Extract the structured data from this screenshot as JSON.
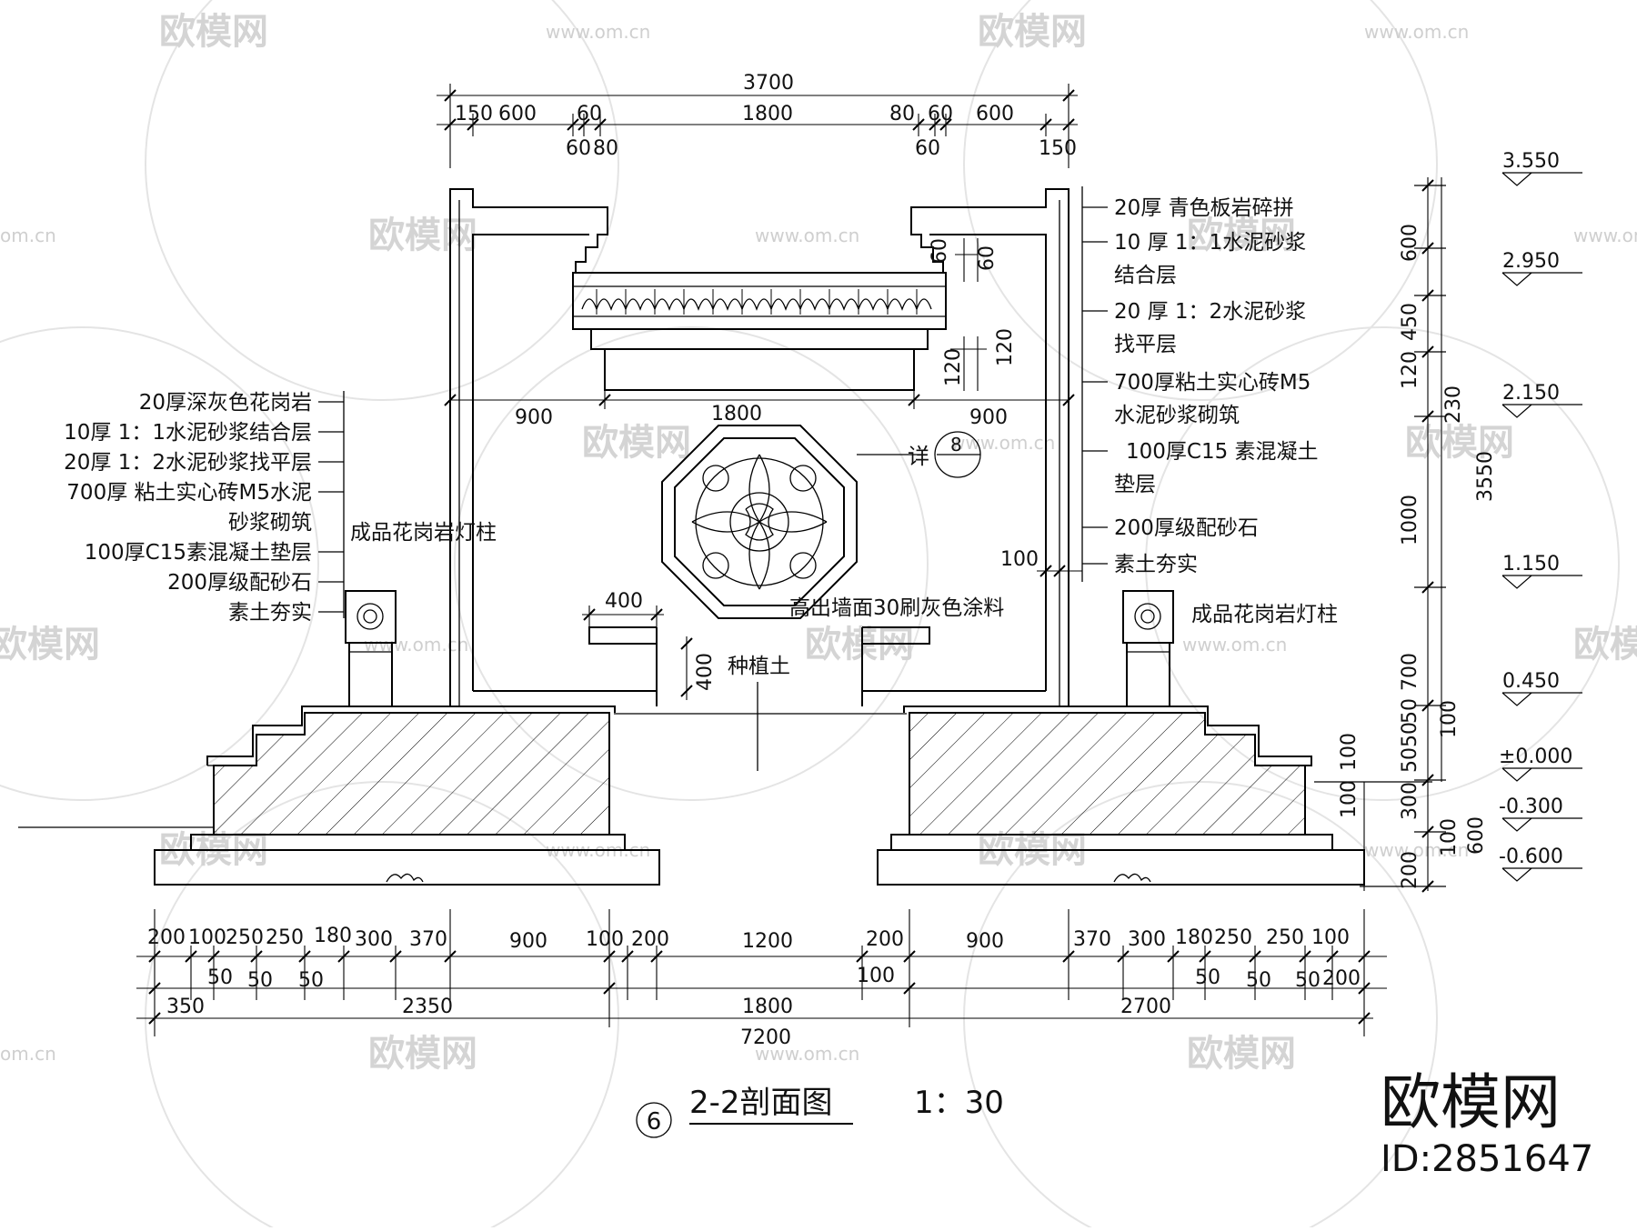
{
  "drawing": {
    "title": "2-2剖面图",
    "scale": "1：30",
    "sheet_no": "6",
    "detail_callout": {
      "label": "详",
      "number": "8"
    }
  },
  "watermark": {
    "brand": "欧模网",
    "url": "www.om.cn",
    "url_fragment": "om.cn",
    "brand_large": "欧模网",
    "id": "ID:2851647"
  },
  "dims_top": {
    "overall": "3700",
    "row1": [
      "150",
      "600",
      "60",
      "1800",
      "80",
      "60",
      "600"
    ],
    "row2": [
      "60",
      "80",
      "60",
      "150"
    ]
  },
  "dims_roof": {
    "v1": "60",
    "v2": "60",
    "v3": "120",
    "v4": "120"
  },
  "dims_mid": {
    "left": "900",
    "center": "1800",
    "right": "900",
    "right_base": "100",
    "planter_w": "400",
    "planter_h": "400"
  },
  "elevations": [
    "3.550",
    "2.950",
    "2.150",
    "1.150",
    "0.450",
    "±0.000",
    "-0.300",
    "-0.600"
  ],
  "dims_right_vertical": [
    "600",
    "450",
    "120",
    "230",
    "3550",
    "1000",
    "700",
    "50",
    "50",
    "100",
    "50",
    "100",
    "300",
    "100",
    "100",
    "600",
    "200"
  ],
  "dims_bottom": {
    "row1": [
      "200",
      "100",
      "250",
      "250",
      "180",
      "300",
      "370",
      "900",
      "100",
      "200",
      "1200",
      "200",
      "900",
      "370",
      "300",
      "180",
      "250",
      "250",
      "100"
    ],
    "row2": [
      "50",
      "50",
      "50",
      "100",
      "50",
      "50",
      "50",
      "200"
    ],
    "row3": [
      "350",
      "2350",
      "1800",
      "2700"
    ],
    "overall": "7200"
  },
  "notes_left": [
    "20厚深灰色花岗岩",
    "10厚 1：1水泥砂浆结合层",
    "20厚 1：2水泥砂浆找平层",
    "700厚 粘土实心砖M5水泥",
    "砂浆砌筑",
    "100厚C15素混凝土垫层",
    "200厚级配砂石",
    "素土夯实"
  ],
  "notes_right": [
    "20厚  青色板岩碎拼",
    "10 厚 1：1水泥砂浆",
    "结合层",
    "20 厚 1：2水泥砂浆",
    "找平层",
    "700厚粘土实心砖M5",
    "水泥砂浆砌筑",
    "100厚C15 素混凝土",
    "垫层",
    "200厚级配砂石",
    "素土夯实"
  ],
  "labels": {
    "lamp_left": "成品花岗岩灯柱",
    "lamp_right": "成品花岗岩灯柱",
    "wall_paint": "高出墙面30刷灰色涂料",
    "planting_soil": "种植土"
  }
}
